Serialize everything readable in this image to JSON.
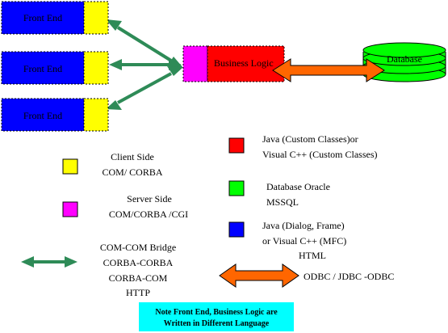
{
  "colors": {
    "front_end_blue": "#0000ff",
    "client_yellow": "#ffff00",
    "server_magenta": "#ff00ff",
    "business_red": "#ff0000",
    "database_green": "#00ff00",
    "green_arrow": "#2e8b57",
    "orange_arrow": "#ff6600",
    "note_cyan": "#00ffff"
  },
  "blocks": {
    "front_end_1": "Front End",
    "front_end_2": "Front End",
    "front_end_3": "Front End",
    "business_logic": "Business Logic",
    "database": "Database"
  },
  "legend": {
    "client_side": {
      "title": "Client Side",
      "detail": "COM/ CORBA"
    },
    "server_side": {
      "title": "Server Side",
      "detail": "COM/CORBA /CGI"
    },
    "bridge": {
      "line1": "COM-COM Bridge",
      "line2": "CORBA-CORBA",
      "line3": "CORBA-COM",
      "line4": "HTTP"
    },
    "red": {
      "line1": "Java (Custom Classes)or",
      "line2": "Visual C++ (Custom Classes)"
    },
    "green": {
      "line1": "Database Oracle",
      "line2": "MSSQL"
    },
    "blue": {
      "line1": "Java (Dialog, Frame)",
      "line2": "or Visual C++ (MFC)",
      "line3": "HTML"
    },
    "odbc": "ODBC / JDBC -ODBC"
  },
  "note": {
    "line1": "Note Front End, Business Logic are",
    "line2": "Written in Different Language"
  }
}
